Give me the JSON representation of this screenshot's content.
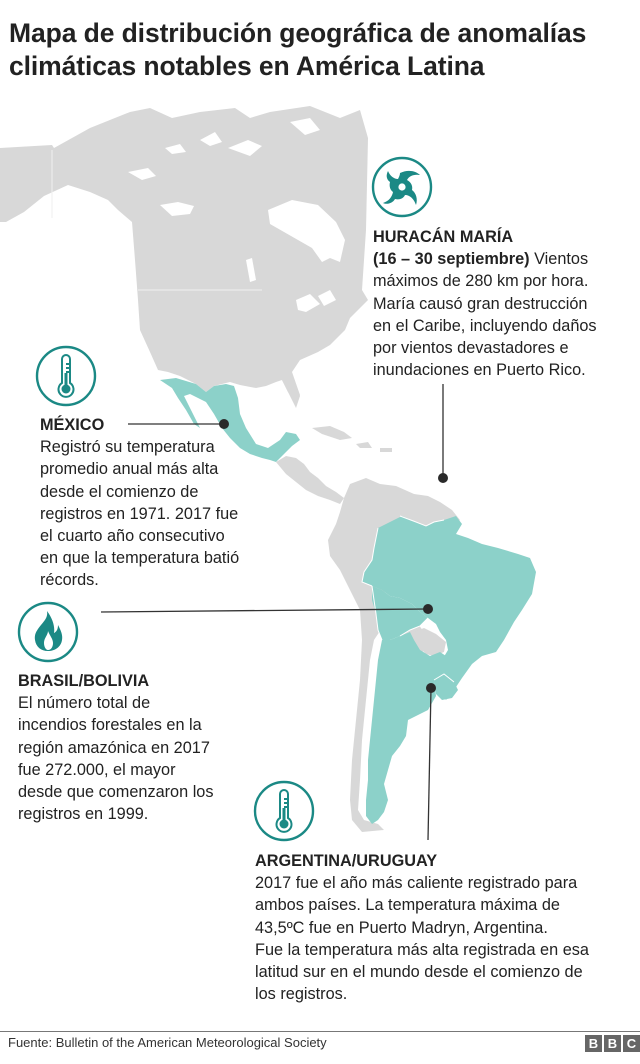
{
  "title": {
    "line1": "Mapa de distribución geográfica de anomalías",
    "line2": "climáticas notables en América Latina"
  },
  "colors": {
    "highlight": "#8cd1c9",
    "land": "#d8d8d8",
    "icon": "#1b8985",
    "leader": "#333333",
    "dot": "#2a2a2a"
  },
  "annotations": {
    "hurricane": {
      "icon": "hurricane-icon",
      "heading": "HURACÁN MARÍA",
      "date_bold": "(16 – 30 septiembre)",
      "lines": [
        " Vientos",
        "máximos de 280 km por hora.",
        "María causó gran destrucción",
        "en el Caribe, incluyendo daños",
        "por vientos devastadores e",
        "inundaciones en Puerto Rico."
      ]
    },
    "mexico": {
      "icon": "thermometer-icon",
      "heading": "MÉXICO",
      "lines": [
        "Registró su temperatura",
        "promedio anual más alta",
        "desde el comienzo de",
        "registros en 1971. 2017 fue",
        "el cuarto año consecutivo",
        "en que la temperatura batió",
        "récords."
      ]
    },
    "brasil": {
      "icon": "fire-icon",
      "heading": "BRASIL/BOLIVIA",
      "lines": [
        "El número total de",
        "incendios forestales en la",
        "región amazónica en 2017",
        "fue 272.000, el mayor",
        "desde que comenzaron los",
        "registros en 1999."
      ]
    },
    "argentina": {
      "icon": "thermometer-icon",
      "heading": "ARGENTINA/URUGUAY",
      "lines": [
        "2017 fue el año más caliente registrado para",
        "ambos países. La temperatura máxima de",
        "43,5ºC fue en Puerto Madryn, Argentina.",
        "Fue la temperatura más alta registrada en esa",
        "latitud sur en el mundo desde el comienzo de",
        "los registros."
      ]
    }
  },
  "footer": {
    "source": "Fuente: Bulletin of the American Meteorological Society",
    "logo": [
      "B",
      "B",
      "C"
    ]
  }
}
